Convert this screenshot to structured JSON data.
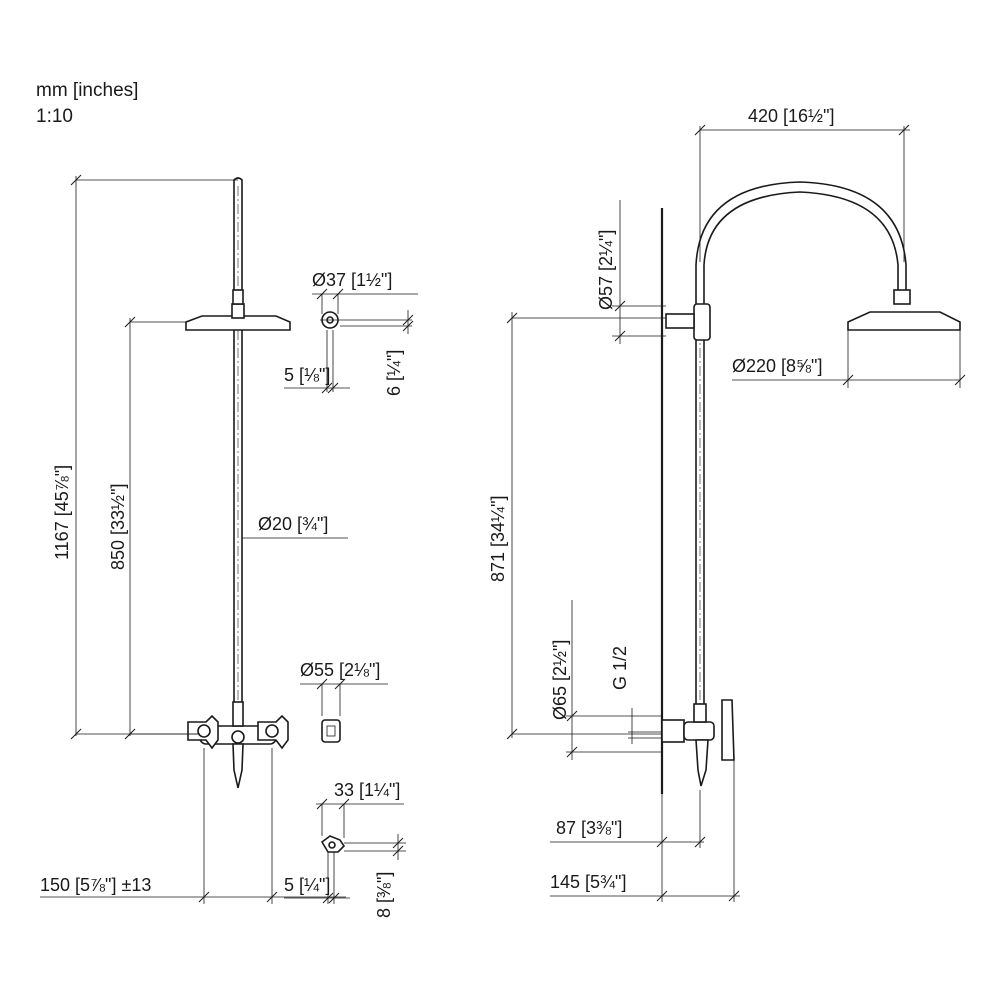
{
  "header": {
    "units": "mm [inches]",
    "scale": "1:10"
  },
  "front_view": {
    "height_overall": "1167 [45⅞\"]",
    "height_head": "850 [33½\"]",
    "riser_dia": "Ø20 [¾\"]",
    "mixer_centres": "150 [5⅞\"] ±13",
    "outlet_offset": "5 [¼\"]",
    "slide_dia": "Ø37 [1½\"]",
    "slide_offset": "5 [⅛\"]",
    "slide_height": "6 [¼\"]",
    "handle_dia": "Ø55 [2⅛\"]",
    "spout_width": "33 [1¼\"]",
    "spout_height": "8 [⅜\"]"
  },
  "side_view": {
    "arm_reach": "420 [16½\"]",
    "bracket_dia": "Ø57 [2¼\"]",
    "head_dia": "Ø220 [8⅝\"]",
    "height_bracket": "871 [34¼\"]",
    "escutcheon_dia": "Ø65 [2½\"]",
    "thread": "G 1/2",
    "projection_riser": "87 [3⅜\"]",
    "projection_handle": "145 [5¾\"]"
  },
  "colors": {
    "line": "#1a1a1a",
    "background": "#ffffff"
  }
}
